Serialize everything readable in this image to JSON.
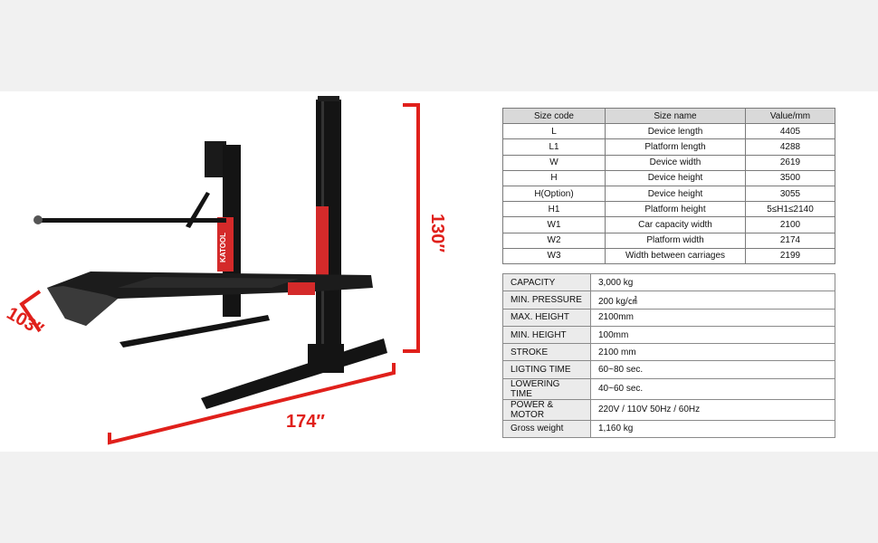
{
  "brand": "KATOOL",
  "dimensions": {
    "height": "130″",
    "depth": "103″",
    "length": "174″"
  },
  "colors": {
    "dimension_red": "#e0201b",
    "lift_black": "#141414",
    "brand_red": "#d42a2a"
  },
  "size_table": {
    "headers": [
      "Size code",
      "Size name",
      "Value/mm"
    ],
    "rows": [
      [
        "L",
        "Device length",
        "4405"
      ],
      [
        "L1",
        "Platform length",
        "4288"
      ],
      [
        "W",
        "Device width",
        "2619"
      ],
      [
        "H",
        "Device height",
        "3500"
      ],
      [
        "H(Option)",
        "Device height",
        "3055"
      ],
      [
        "H1",
        "Platform height",
        "5≤H1≤2140"
      ],
      [
        "W1",
        "Car capacity width",
        "2100"
      ],
      [
        "W2",
        "Platform width",
        "2174"
      ],
      [
        "W3",
        "Width between carriages",
        "2199"
      ]
    ]
  },
  "spec_table": {
    "rows": [
      [
        "CAPACITY",
        "3,000 kg"
      ],
      [
        "MIN. PRESSURE",
        "200 kg/㎠"
      ],
      [
        "MAX. HEIGHT",
        "2100mm"
      ],
      [
        "MIN. HEIGHT",
        "100mm"
      ],
      [
        "STROKE",
        "2100 mm"
      ],
      [
        "LIGTING TIME",
        "60~80 sec."
      ],
      [
        "LOWERING TIME",
        "40~60 sec."
      ],
      [
        "POWER & MOTOR",
        "220V / 110V 50Hz / 60Hz"
      ],
      [
        "Gross weight",
        "1,160 kg"
      ]
    ]
  }
}
